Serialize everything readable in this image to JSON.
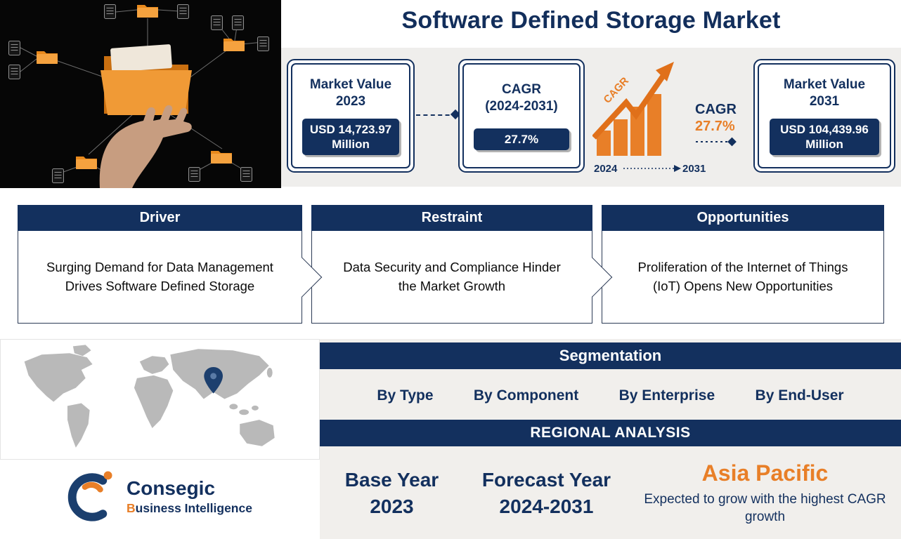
{
  "title": "Software Defined Storage Market",
  "colors": {
    "navy": "#13305e",
    "orange": "#e87f28",
    "band_bg": "#efeeec"
  },
  "stats": {
    "market_value_2023": {
      "label": "Market Value",
      "year": "2023",
      "value": "USD 14,723.97 Million"
    },
    "cagr_card": {
      "label": "CAGR",
      "range": "(2024-2031)",
      "value": "27.7%"
    },
    "chart": {
      "rotated_label": "CAGR",
      "cagr_label": "CAGR",
      "cagr_value": "27.7%",
      "year_start": "2024",
      "year_end": "2031"
    },
    "market_value_2031": {
      "label": "Market Value",
      "year": "2031",
      "value": "USD 104,439.96 Million"
    }
  },
  "panels": [
    {
      "header": "Driver",
      "text": "Surging Demand for Data Management Drives Software Defined Storage"
    },
    {
      "header": "Restraint",
      "text": "Data Security and Compliance Hinder the Market Growth"
    },
    {
      "header": "Opportunities",
      "text": "Proliferation of the Internet of Things (IoT) Opens New Opportunities"
    }
  ],
  "segmentation": {
    "header": "Segmentation",
    "items": [
      "By Type",
      "By Component",
      "By Enterprise",
      "By End-User"
    ],
    "regional_header": "REGIONAL ANALYSIS",
    "base_year": {
      "label": "Base Year",
      "value": "2023"
    },
    "forecast_year": {
      "label": "Forecast Year",
      "value": "2024-2031"
    },
    "region": {
      "name": "Asia Pacific",
      "note": "Expected to grow with the highest CAGR growth"
    }
  },
  "logo": {
    "name": "Consegic",
    "tagline_initial": "B",
    "tagline_rest": "usiness Intelligence"
  }
}
